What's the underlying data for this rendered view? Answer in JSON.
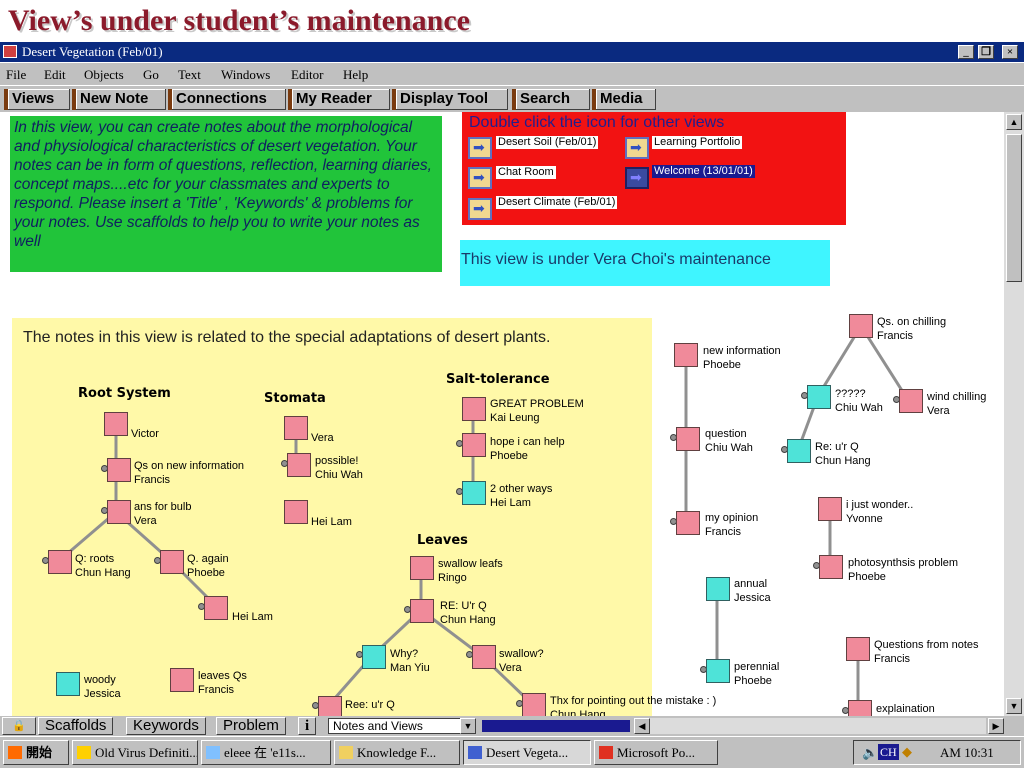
{
  "slide_title": "View’s under student’s maintenance",
  "window": {
    "title": "Desert Vegetation (Feb/01)",
    "controls": {
      "minimize": "_",
      "restore": "&#x1F5D7;",
      "close": "×"
    }
  },
  "menu": [
    "File",
    "Edit",
    "Objects",
    "Go",
    "Text",
    "Windows",
    "Editor",
    "Help"
  ],
  "toolbar": [
    "Views",
    "New Note",
    "Connections",
    "My Reader",
    "Display Tool",
    "Search",
    "Media"
  ],
  "green_note": "In this view, you can create notes about the morphological and physiological characteristics of desert vegetation. Your notes can be in form of questions, reflection, learning diaries, concept maps....etc for your classmates and experts to respond. Please insert a 'Title' , 'Keywords' & problems for your notes. Use scaffolds to help you to write your notes as well",
  "red_panel": {
    "title": "Double click the icon for other views",
    "links": [
      {
        "label": "Desert Soil (Feb/01)",
        "icon": "view-arrow-icon"
      },
      {
        "label": "Learning Portfolio",
        "icon": "view-arrow-icon"
      },
      {
        "label": "Chat Room",
        "icon": "view-arrow-icon"
      },
      {
        "label": "Welcome (13/01/01)",
        "icon": "view-arrow-icon",
        "selected": true
      },
      {
        "label": "Desert Climate (Feb/01)",
        "icon": "view-arrow-icon"
      }
    ]
  },
  "cyan_note": "This view is under Vera Choi's maintenance",
  "yellow_desc": "The notes in this view is related to the special adaptations of desert plants.",
  "groups": [
    "Root System",
    "Stomata",
    "Salt-tolerance",
    "Leaves"
  ],
  "notes": [
    {
      "title": "Victor",
      "author": ""
    },
    {
      "title": "Qs on new information",
      "author": "Francis"
    },
    {
      "title": "ans for bulb",
      "author": "Vera"
    },
    {
      "title": "Q: roots",
      "author": "Chun Hang"
    },
    {
      "title": "Q. again",
      "author": "Phoebe"
    },
    {
      "title": "Hei Lam",
      "author": ""
    },
    {
      "title": "Vera",
      "author": ""
    },
    {
      "title": "possible!",
      "author": "Chiu Wah"
    },
    {
      "title": "Hei Lam",
      "author": ""
    },
    {
      "title": "GREAT PROBLEM",
      "author": "Kai Leung"
    },
    {
      "title": "hope i can help",
      "author": "Phoebe"
    },
    {
      "title": "2 other ways",
      "author": "Hei Lam"
    },
    {
      "title": "swallow leafs",
      "author": "Ringo"
    },
    {
      "title": "RE: U'r Q",
      "author": "Chun Hang"
    },
    {
      "title": "Why?",
      "author": "Man Yiu"
    },
    {
      "title": "swallow?",
      "author": "Vera"
    },
    {
      "title": "Ree: u'r Q",
      "author": ""
    },
    {
      "title": "Thx for pointing out the mistake : )",
      "author": "Chun Hang"
    },
    {
      "title": "woody",
      "author": "Jessica"
    },
    {
      "title": "leaves Qs",
      "author": "Francis"
    },
    {
      "title": "new information",
      "author": "Phoebe"
    },
    {
      "title": "question",
      "author": "Chiu Wah"
    },
    {
      "title": "my opinion",
      "author": "Francis"
    },
    {
      "title": "annual",
      "author": "Jessica"
    },
    {
      "title": "perennial",
      "author": "Phoebe"
    },
    {
      "title": "Qs. on chilling",
      "author": "Francis"
    },
    {
      "title": "?????",
      "author": "Chiu Wah"
    },
    {
      "title": "wind chilling",
      "author": "Vera"
    },
    {
      "title": "Re: u'r Q",
      "author": "Chun Hang"
    },
    {
      "title": "i just wonder..",
      "author": "Yvonne"
    },
    {
      "title": "photosynthsis problem",
      "author": "Phoebe"
    },
    {
      "title": "Questions from notes",
      "author": "Francis"
    },
    {
      "title": "explaination",
      "author": ""
    }
  ],
  "bottom_tabs": [
    "Scaffolds",
    "Keywords",
    "Problem",
    "i",
    "Notes and Views"
  ],
  "taskbar": {
    "start": "開始",
    "tasks": [
      "Old Virus Definiti...",
      "eleee 在 'e11s...",
      "Knowledge F...",
      "Desert Vegeta...",
      "Microsoft Po..."
    ],
    "tray_lang": "CH",
    "clock": "AM 10:31"
  },
  "colors": {
    "title_red": "#8b1a2b",
    "green_note": "#21c43a",
    "red_panel": "#f21212",
    "cyan_note": "#3ff5ff",
    "yellow_panel": "#fff9a8",
    "note_pink": "#f08a9a",
    "note_cyan": "#4ee3d8"
  }
}
